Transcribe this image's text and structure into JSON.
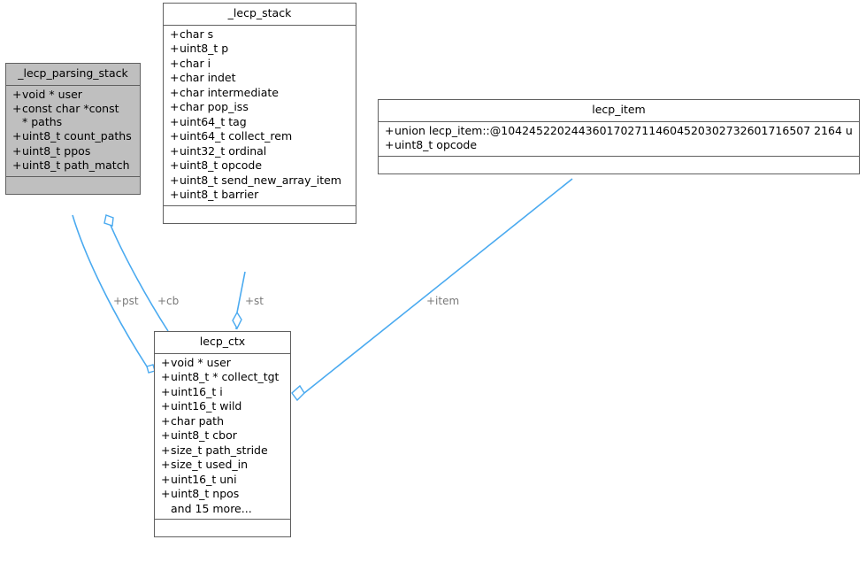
{
  "diagram": {
    "type": "uml-class-diagram",
    "background": "#ffffff",
    "edge_color": "#4aaaf0",
    "shaded_fill": "#bfbfbf",
    "border_color": "#606060"
  },
  "classes": {
    "parsing_stack": {
      "name": "_lecp_parsing_stack",
      "highlighted": true,
      "attributes": [
        {
          "visibility": "+",
          "text": "void * user"
        },
        {
          "visibility": "+",
          "text": "const char *const",
          "continuation": "* paths"
        },
        {
          "visibility": "+",
          "text": "uint8_t count_paths"
        },
        {
          "visibility": "+",
          "text": "uint8_t ppos"
        },
        {
          "visibility": "+",
          "text": "uint8_t path_match"
        }
      ]
    },
    "stack": {
      "name": "_lecp_stack",
      "highlighted": false,
      "attributes": [
        {
          "visibility": "+",
          "text": "char s"
        },
        {
          "visibility": "+",
          "text": "uint8_t p"
        },
        {
          "visibility": "+",
          "text": "char i"
        },
        {
          "visibility": "+",
          "text": "char indet"
        },
        {
          "visibility": "+",
          "text": "char intermediate"
        },
        {
          "visibility": "+",
          "text": "char pop_iss"
        },
        {
          "visibility": "+",
          "text": "uint64_t tag"
        },
        {
          "visibility": "+",
          "text": "uint64_t collect_rem"
        },
        {
          "visibility": "+",
          "text": "uint32_t ordinal"
        },
        {
          "visibility": "+",
          "text": "uint8_t opcode"
        },
        {
          "visibility": "+",
          "text": "uint8_t send_new_array_item"
        },
        {
          "visibility": "+",
          "text": "uint8_t barrier"
        }
      ]
    },
    "item": {
      "name": "lecp_item",
      "highlighted": false,
      "attributes": [
        {
          "visibility": "+",
          "text": "union lecp_item::@10424522024436017027114604520302732601716507 2164 u"
        },
        {
          "visibility": "+",
          "text": "uint8_t opcode"
        }
      ]
    },
    "ctx": {
      "name": "lecp_ctx",
      "highlighted": false,
      "attributes": [
        {
          "visibility": "+",
          "text": "void * user"
        },
        {
          "visibility": "+",
          "text": "uint8_t * collect_tgt"
        },
        {
          "visibility": "+",
          "text": "uint16_t i"
        },
        {
          "visibility": "+",
          "text": "uint16_t wild"
        },
        {
          "visibility": "+",
          "text": "char path"
        },
        {
          "visibility": "+",
          "text": "uint8_t cbor"
        },
        {
          "visibility": "+",
          "text": "size_t path_stride"
        },
        {
          "visibility": "+",
          "text": "size_t used_in"
        },
        {
          "visibility": "+",
          "text": "uint16_t uni"
        },
        {
          "visibility": "+",
          "text": "uint8_t npos"
        }
      ],
      "more_label": "and 15 more..."
    }
  },
  "edges": [
    {
      "id": "pst",
      "label": "+pst",
      "from": "parsing_stack",
      "to": "ctx",
      "kind": "aggregation"
    },
    {
      "id": "cb",
      "label": "+cb",
      "from": "parsing_stack",
      "to": "ctx",
      "kind": "aggregation"
    },
    {
      "id": "st",
      "label": "+st",
      "from": "stack",
      "to": "ctx",
      "kind": "aggregation"
    },
    {
      "id": "item",
      "label": "+item",
      "from": "item",
      "to": "ctx",
      "kind": "aggregation"
    }
  ]
}
